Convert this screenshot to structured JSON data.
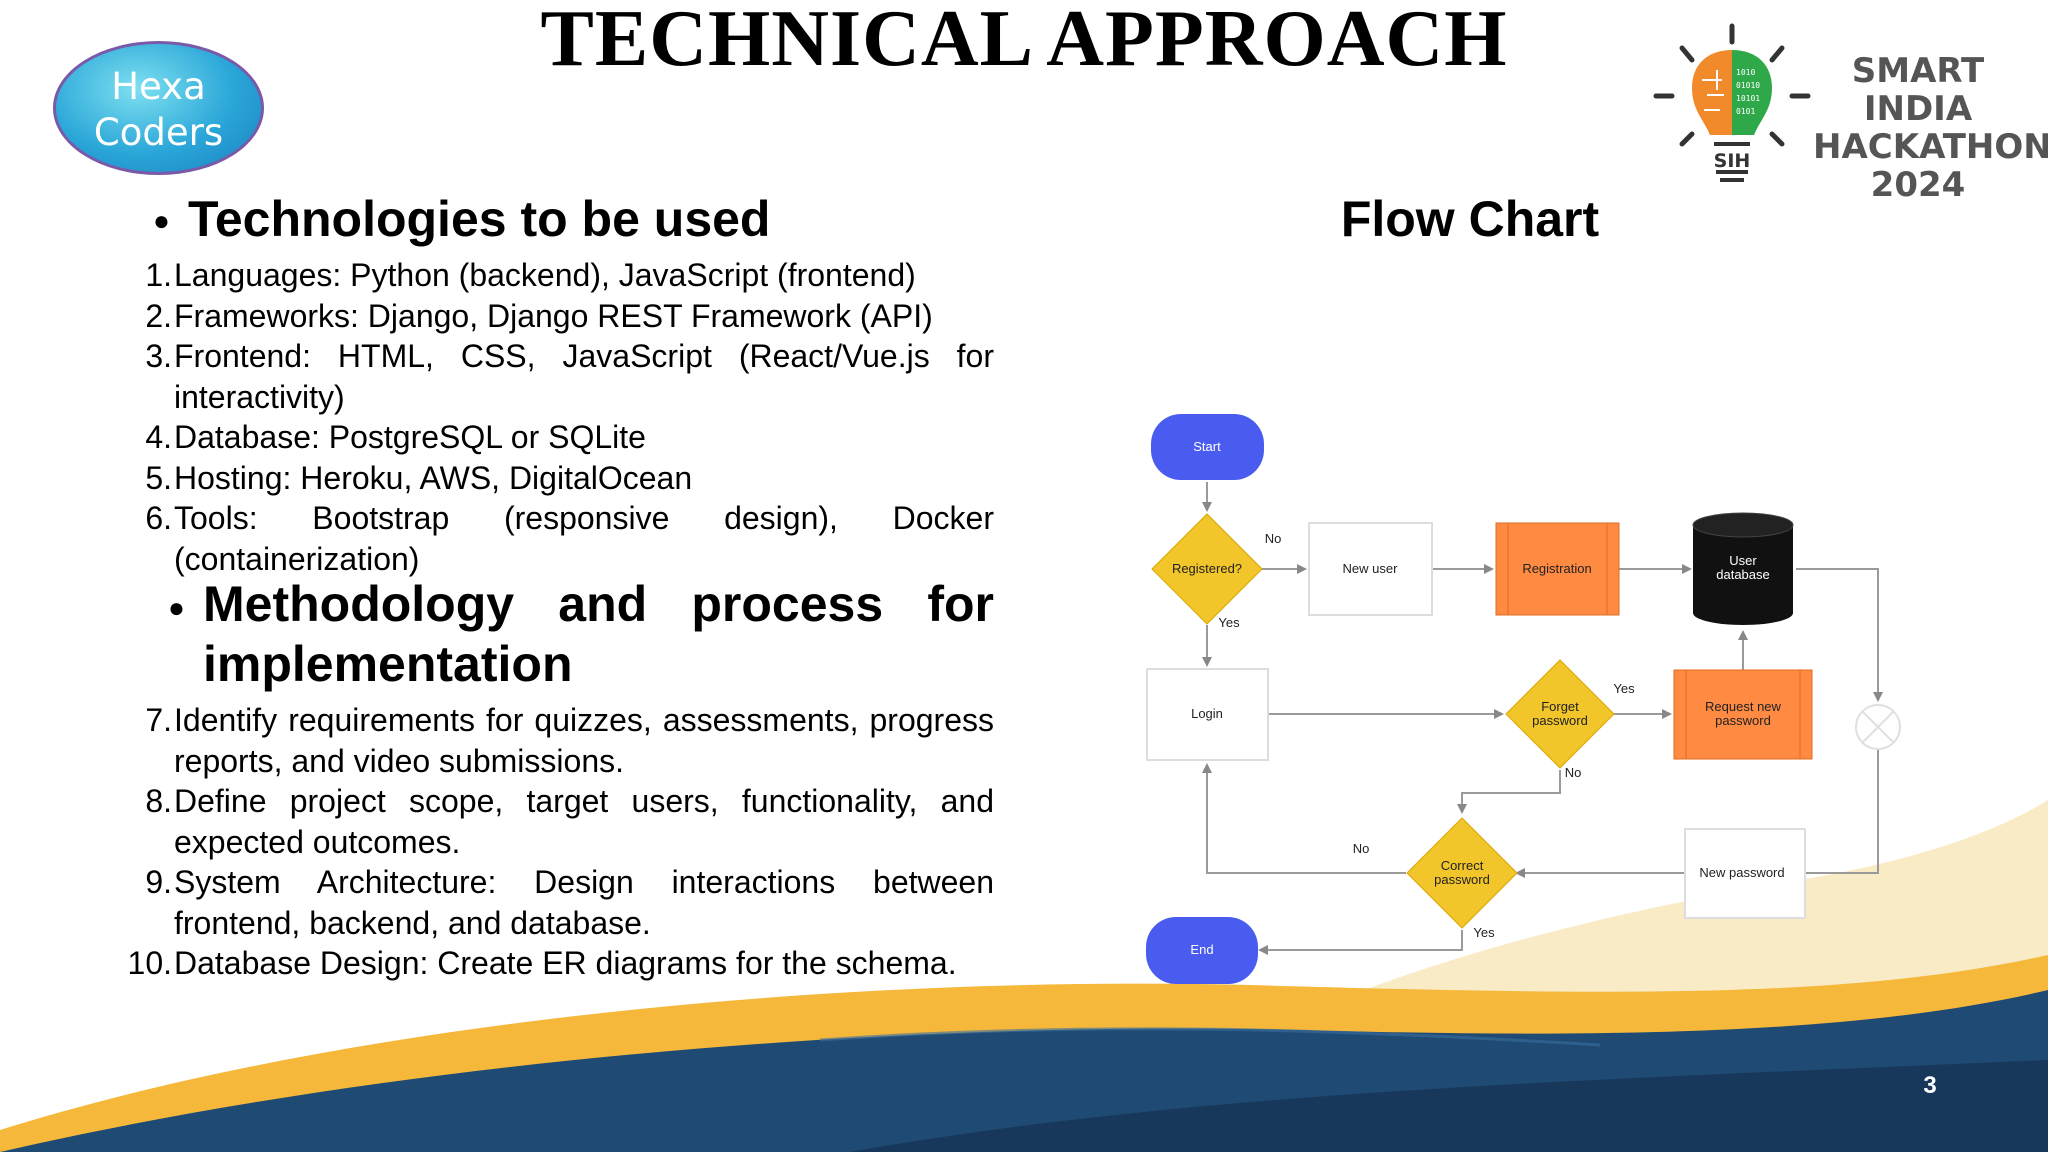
{
  "slide": {
    "title": "TECHNICAL APPROACH",
    "page_number": "3"
  },
  "team_badge": {
    "line1": "Hexa",
    "line2": "Coders"
  },
  "sih_logo": {
    "line1": "SMART INDIA",
    "line2": "HACKATHON",
    "line3": "2024",
    "mark": "SIH",
    "icon": "brain-lightbulb-icon"
  },
  "technologies": {
    "heading": "Technologies to be used",
    "items": [
      {
        "num": "1.",
        "text": "Languages: Python (backend), JavaScript (frontend)"
      },
      {
        "num": "2.",
        "text": "Frameworks: Django, Django REST Framework (API)"
      },
      {
        "num": "3.",
        "text": "Frontend: HTML, CSS, JavaScript (React/Vue.js for interactivity)"
      },
      {
        "num": "4.",
        "text": "Database: PostgreSQL or SQLite"
      },
      {
        "num": "5.",
        "text": "Hosting: Heroku, AWS, DigitalOcean"
      },
      {
        "num": "6.",
        "text": "Tools: Bootstrap (responsive design), Docker (containerization)"
      }
    ]
  },
  "methodology": {
    "heading": "Methodology and process for implementation",
    "items": [
      {
        "num": "7.",
        "text": "Identify requirements for quizzes, assessments, progress reports, and video submissions."
      },
      {
        "num": "8.",
        "text": "Define project scope, target users, functionality, and expected outcomes."
      },
      {
        "num": "9.",
        "text": "System Architecture: Design interactions between frontend, backend, and database."
      },
      {
        "num": "10.",
        "text": "Database Design: Create ER diagrams for the schema."
      }
    ]
  },
  "flow_chart": {
    "title": "Flow Chart",
    "nodes": {
      "start": "Start",
      "registered": "Registered?",
      "new_user": "New user",
      "registration": "Registration",
      "user_db_1": "User",
      "user_db_2": "database",
      "login": "Login",
      "forget_1": "Forget",
      "forget_2": "password",
      "request_1": "Request new",
      "request_2": "password",
      "correct_1": "Correct",
      "correct_2": "password",
      "new_password": "New password",
      "end": "End"
    },
    "edge_labels": {
      "registered_no": "No",
      "registered_yes": "Yes",
      "forget_yes": "Yes",
      "forget_no": "No",
      "correct_no": "No",
      "correct_yes": "Yes"
    },
    "colors": {
      "terminal": "#4a5cf0",
      "decision": "#f2c52a",
      "process_orange": "#ff8a42",
      "database": "#111111"
    }
  },
  "colors": {
    "wave_navy": "#1f4a73",
    "wave_gold": "#f5b83a",
    "wave_cream": "#f8ebc6"
  }
}
